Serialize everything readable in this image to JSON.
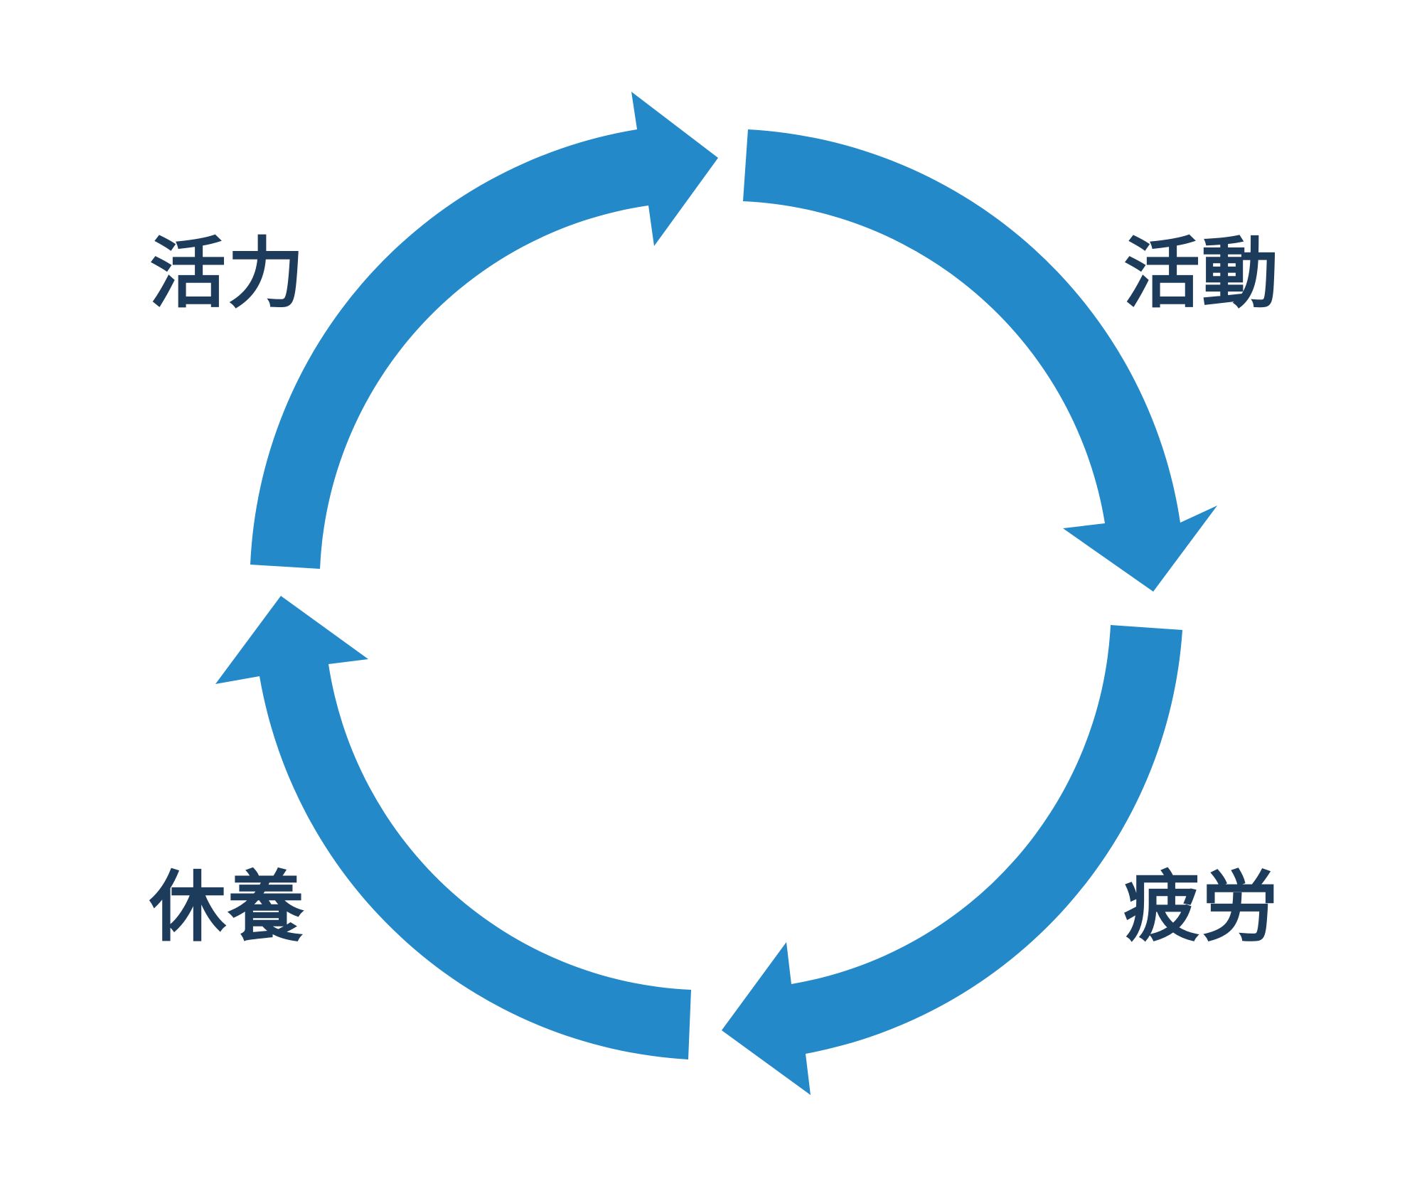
{
  "diagram": {
    "type": "cycle",
    "colors": {
      "arrow": "#2389c9",
      "label": "#1d3c5c",
      "background": "#ffffff"
    },
    "stages": [
      {
        "id": "katsuryoku",
        "label": "活力"
      },
      {
        "id": "katsudou",
        "label": "活動"
      },
      {
        "id": "hirou",
        "label": "疲労"
      },
      {
        "id": "kyuuyou",
        "label": "休養"
      }
    ],
    "arrows": [
      {
        "from": "katsuryoku",
        "to": "katsudou"
      },
      {
        "from": "katsudou",
        "to": "hirou"
      },
      {
        "from": "hirou",
        "to": "kyuuyou"
      },
      {
        "from": "kyuuyou",
        "to": "katsuryoku"
      }
    ]
  }
}
